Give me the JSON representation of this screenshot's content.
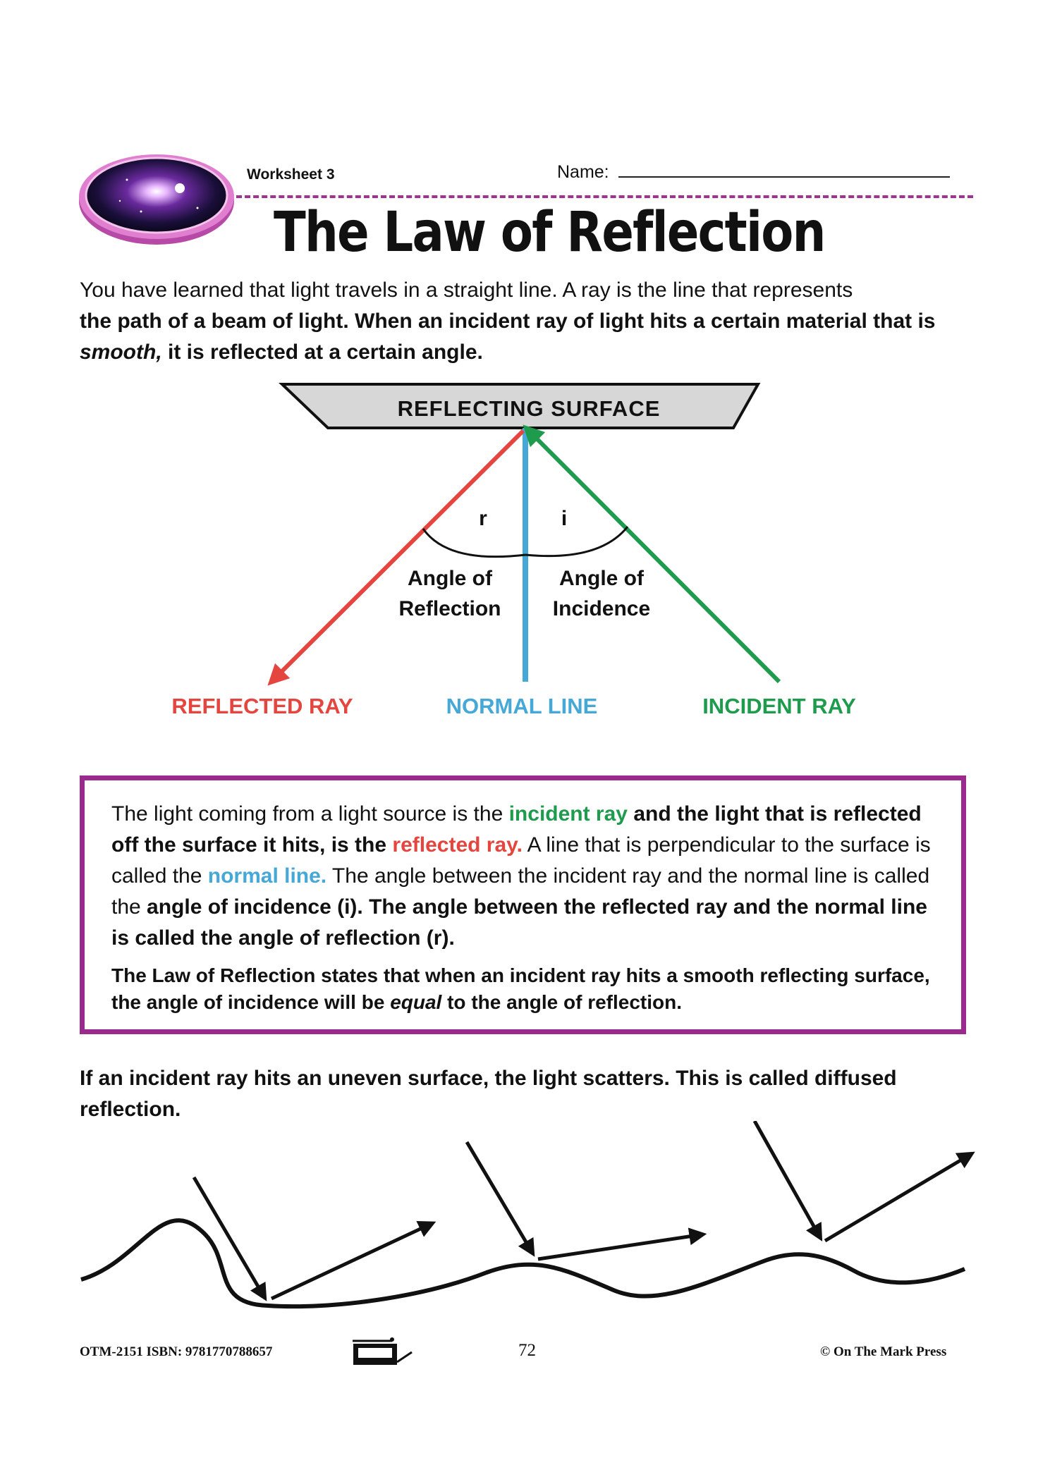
{
  "header": {
    "worksheet_label": "Worksheet 3",
    "name_label": "Name:",
    "title": "The Law of Reflection"
  },
  "intro": {
    "line1": "You have learned that light travels in a straight line. A ray is the line that represents",
    "line2": "the path of a beam of light. When an incident ray of light hits a certain material that is",
    "line3_em": "smooth,",
    "line3_rest": " it is reflected at a certain angle."
  },
  "diagram": {
    "surface_label": "REFLECTING SURFACE",
    "angle_r": "r",
    "angle_i": "i",
    "reflection_line1": "Angle of",
    "reflection_line2": "Reflection",
    "incidence_line1": "Angle of",
    "incidence_line2": "Incidence",
    "reflected_ray": "REFLECTED RAY",
    "normal_line": "NORMAL LINE",
    "incident_ray": "INCIDENT RAY",
    "colors": {
      "reflected": "#e5453f",
      "normal": "#45a8d6",
      "incident": "#1f9b4e",
      "surface_fill": "#d7d7d7"
    }
  },
  "info_box": {
    "p1_a": "The light coming from a light source is the ",
    "p1_incident": "incident ray",
    "p1_b": " and the light that is reflected off the surface it hits, is the ",
    "p1_reflected": "reflected ray.",
    "p1_c": " A line that is perpendicular to the surface is called the ",
    "p1_normal": "normal line.",
    "p1_d": " The angle between the incident ray and the normal line is called the ",
    "p1_aoi": "angle of incidence (i).",
    "p1_e": " The angle between the reflected ray and the normal line is called the ",
    "p1_aor": "angle of reflection (r).",
    "p2_a": "The Law of Reflection states that when an incident ray hits a smooth reflecting surface, the angle of incidence will be ",
    "p2_equal": "equal",
    "p2_b": " to the angle of reflection.",
    "border_color": "#9b2a8f"
  },
  "diffuse": {
    "text": "If an incident ray hits an uneven surface, the light scatters. This is called diffused reflection."
  },
  "footer": {
    "id": "OTM-2151  ISBN: 9781770788657",
    "page_number": "72",
    "copyright": "© On The Mark Press"
  }
}
